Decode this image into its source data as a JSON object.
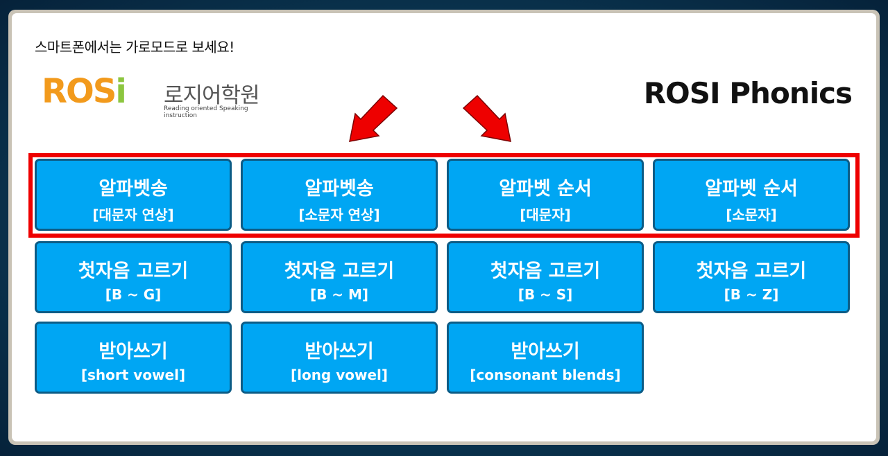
{
  "notice": "스마트폰에서는 가로모드로 보세요!",
  "logo": {
    "mark_letters": [
      "R",
      "O",
      "S",
      "i"
    ],
    "name": "로지어학원",
    "tagline": "Reading oriented Speaking instruction"
  },
  "title": "ROSI Phonics",
  "colors": {
    "button_bg": "#00a6f3",
    "button_border": "#0c5c86",
    "highlight": "#ee0000",
    "arrow": "#ee0000"
  },
  "rows": [
    [
      {
        "title": "알파벳송",
        "subtitle": "[대문자 연상]"
      },
      {
        "title": "알파벳송",
        "subtitle": "[소문자 연상]"
      },
      {
        "title": "알파벳 순서",
        "subtitle": "[대문자]"
      },
      {
        "title": "알파벳 순서",
        "subtitle": "[소문자]"
      }
    ],
    [
      {
        "title": "첫자음 고르기",
        "subtitle": "[B ~ G]"
      },
      {
        "title": "첫자음 고르기",
        "subtitle": "[B ~ M]"
      },
      {
        "title": "첫자음 고르기",
        "subtitle": "[B ~ S]"
      },
      {
        "title": "첫자음 고르기",
        "subtitle": "[B ~ Z]"
      }
    ],
    [
      {
        "title": "받아쓰기",
        "subtitle": "[short vowel]"
      },
      {
        "title": "받아쓰기",
        "subtitle": "[long vowel]"
      },
      {
        "title": "받아쓰기",
        "subtitle": "[consonant blends]"
      }
    ]
  ]
}
